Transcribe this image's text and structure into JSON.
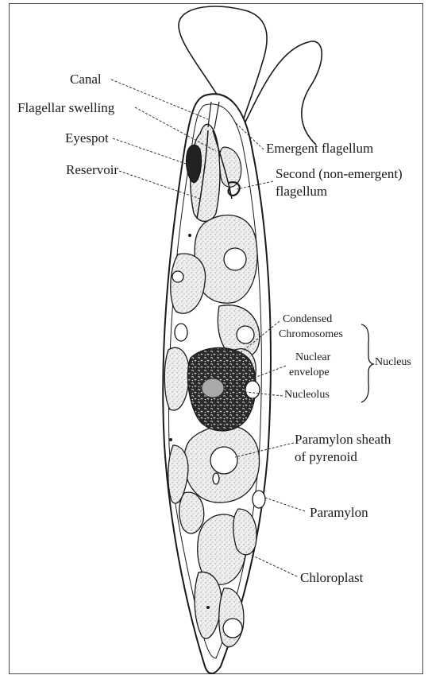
{
  "labels": {
    "canal": "Canal",
    "flagellar_swelling": "Flagellar swelling",
    "eyespot": "Eyespot",
    "reservoir": "Reservoir",
    "emergent_flagellum": "Emergent flagellum",
    "second_flagellum_line1": "Second (non-emergent)",
    "second_flagellum_line2": "flagellum",
    "condensed_line1": "Condensed",
    "condensed_line2": "Chromosomes",
    "nuclear_line1": "Nuclear",
    "nuclear_line2": "envelope",
    "nucleus": "Nucleus",
    "nucleolus": "Nucleolus",
    "paramylon_sheath_line1": "Paramylon sheath",
    "paramylon_sheath_line2": "of pyrenoid",
    "paramylon": "Paramylon",
    "chloroplast": "Chloroplast"
  },
  "colors": {
    "ink": "#1a1a1a",
    "stipple": "#e4e4e4",
    "frame": "#4a4a4a"
  }
}
